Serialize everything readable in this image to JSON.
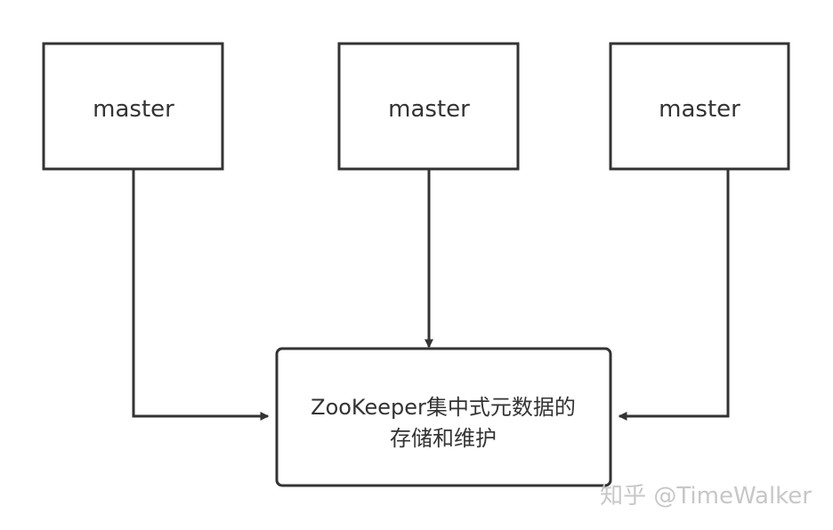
{
  "diagram": {
    "nodes": {
      "master_left": {
        "label": "master"
      },
      "master_center": {
        "label": "master"
      },
      "master_right": {
        "label": "master"
      },
      "zookeeper": {
        "line1": "ZooKeeper集中式元数据的",
        "line2": "存储和维护"
      }
    },
    "edges": [
      {
        "from": "master_left",
        "to": "zookeeper"
      },
      {
        "from": "master_center",
        "to": "zookeeper"
      },
      {
        "from": "master_right",
        "to": "zookeeper"
      }
    ]
  },
  "watermark": {
    "text": "知乎 @TimeWalker"
  },
  "colors": {
    "stroke": "#333333",
    "text": "#333333",
    "watermark": "#c7c7c7",
    "background": "#ffffff"
  }
}
